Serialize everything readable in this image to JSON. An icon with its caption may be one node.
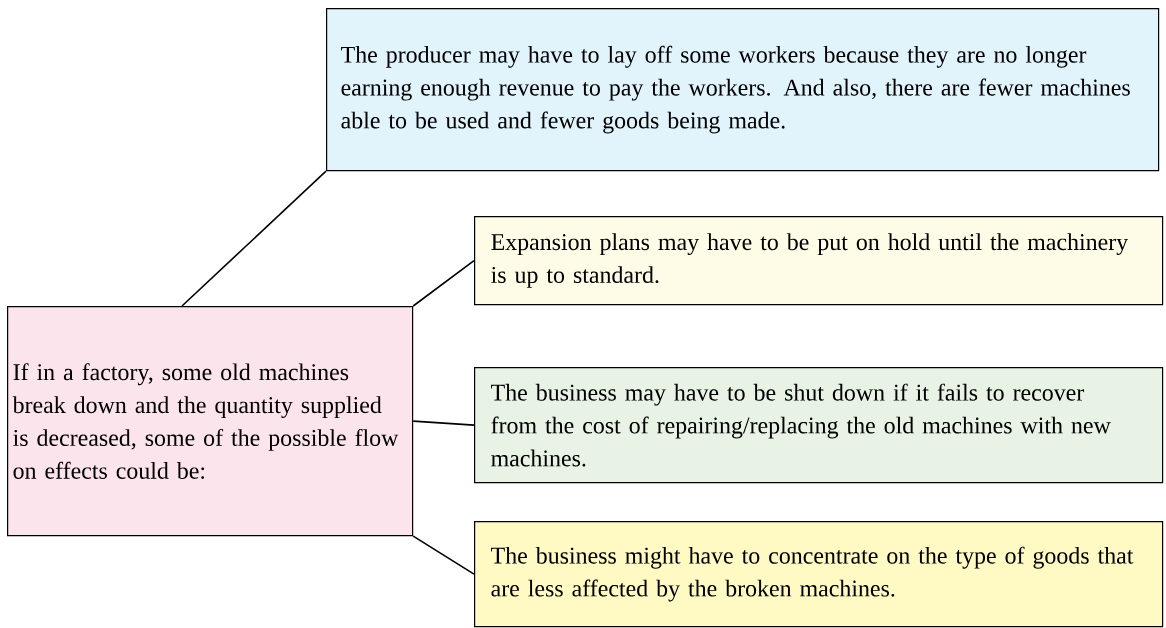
{
  "diagram": {
    "nodes": [
      {
        "text": [
          "If in a factory, some old machines break down and the quantity supplied is decreased, some of the possible flow on effects could be:"
        ]
      },
      {
        "text": [
          "The producer may have to lay off some workers because they are no longer earning enough revenue to pay the workers. And also, there are fewer machines able to be used and fewer goods being made."
        ]
      },
      {
        "text": [
          "Expansion plans may have to be put on hold until the machinery is up to standard."
        ]
      },
      {
        "text": [
          "The business may have to be shut down if it fails to recover from the cost of repairing/replacing the old machines with new machines."
        ]
      },
      {
        "text": [
          "The business might have to concentrate on the type of goods that are less affected by the broken machines."
        ]
      }
    ],
    "edges": [
      {
        "from": 0,
        "to": 1,
        "arrow": "none"
      },
      {
        "from": 0,
        "to": 2,
        "arrow": "none"
      },
      {
        "from": 0,
        "to": 3,
        "arrow": "none"
      },
      {
        "from": 0,
        "to": 4,
        "arrow": "none"
      }
    ]
  }
}
